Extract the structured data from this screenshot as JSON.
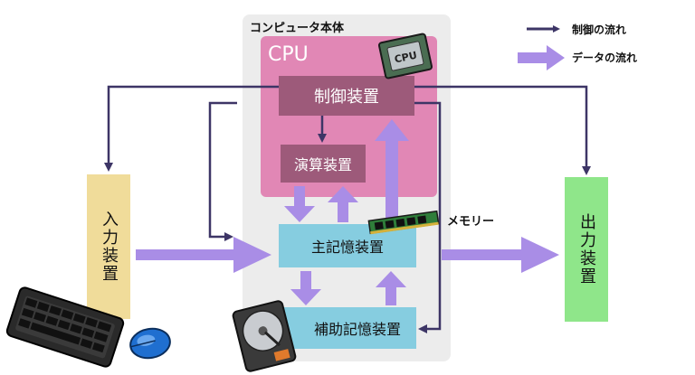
{
  "legend": {
    "control_flow": "制御の流れ",
    "data_flow": "データの流れ"
  },
  "computer": {
    "title": "コンピュータ本体"
  },
  "cpu": {
    "title": "CPU"
  },
  "units": {
    "control": "制御装置",
    "arithmetic": "演算装置",
    "main_memory": "主記憶装置",
    "aux_storage": "補助記憶装置",
    "input": "入力装置",
    "output": "出力装置"
  },
  "memory_label": "メモリー",
  "cpu_chip_text": "CPU",
  "colors": {
    "control_arrow": "#3d3566",
    "data_arrow": "#a98de6",
    "cpu_bg": "#e187b5",
    "unit_dark": "#9d5a7a",
    "memory_bg": "#86cde0",
    "input_bg": "#f0dc9a",
    "output_bg": "#8fe68a",
    "computer_bg": "#ececec"
  }
}
